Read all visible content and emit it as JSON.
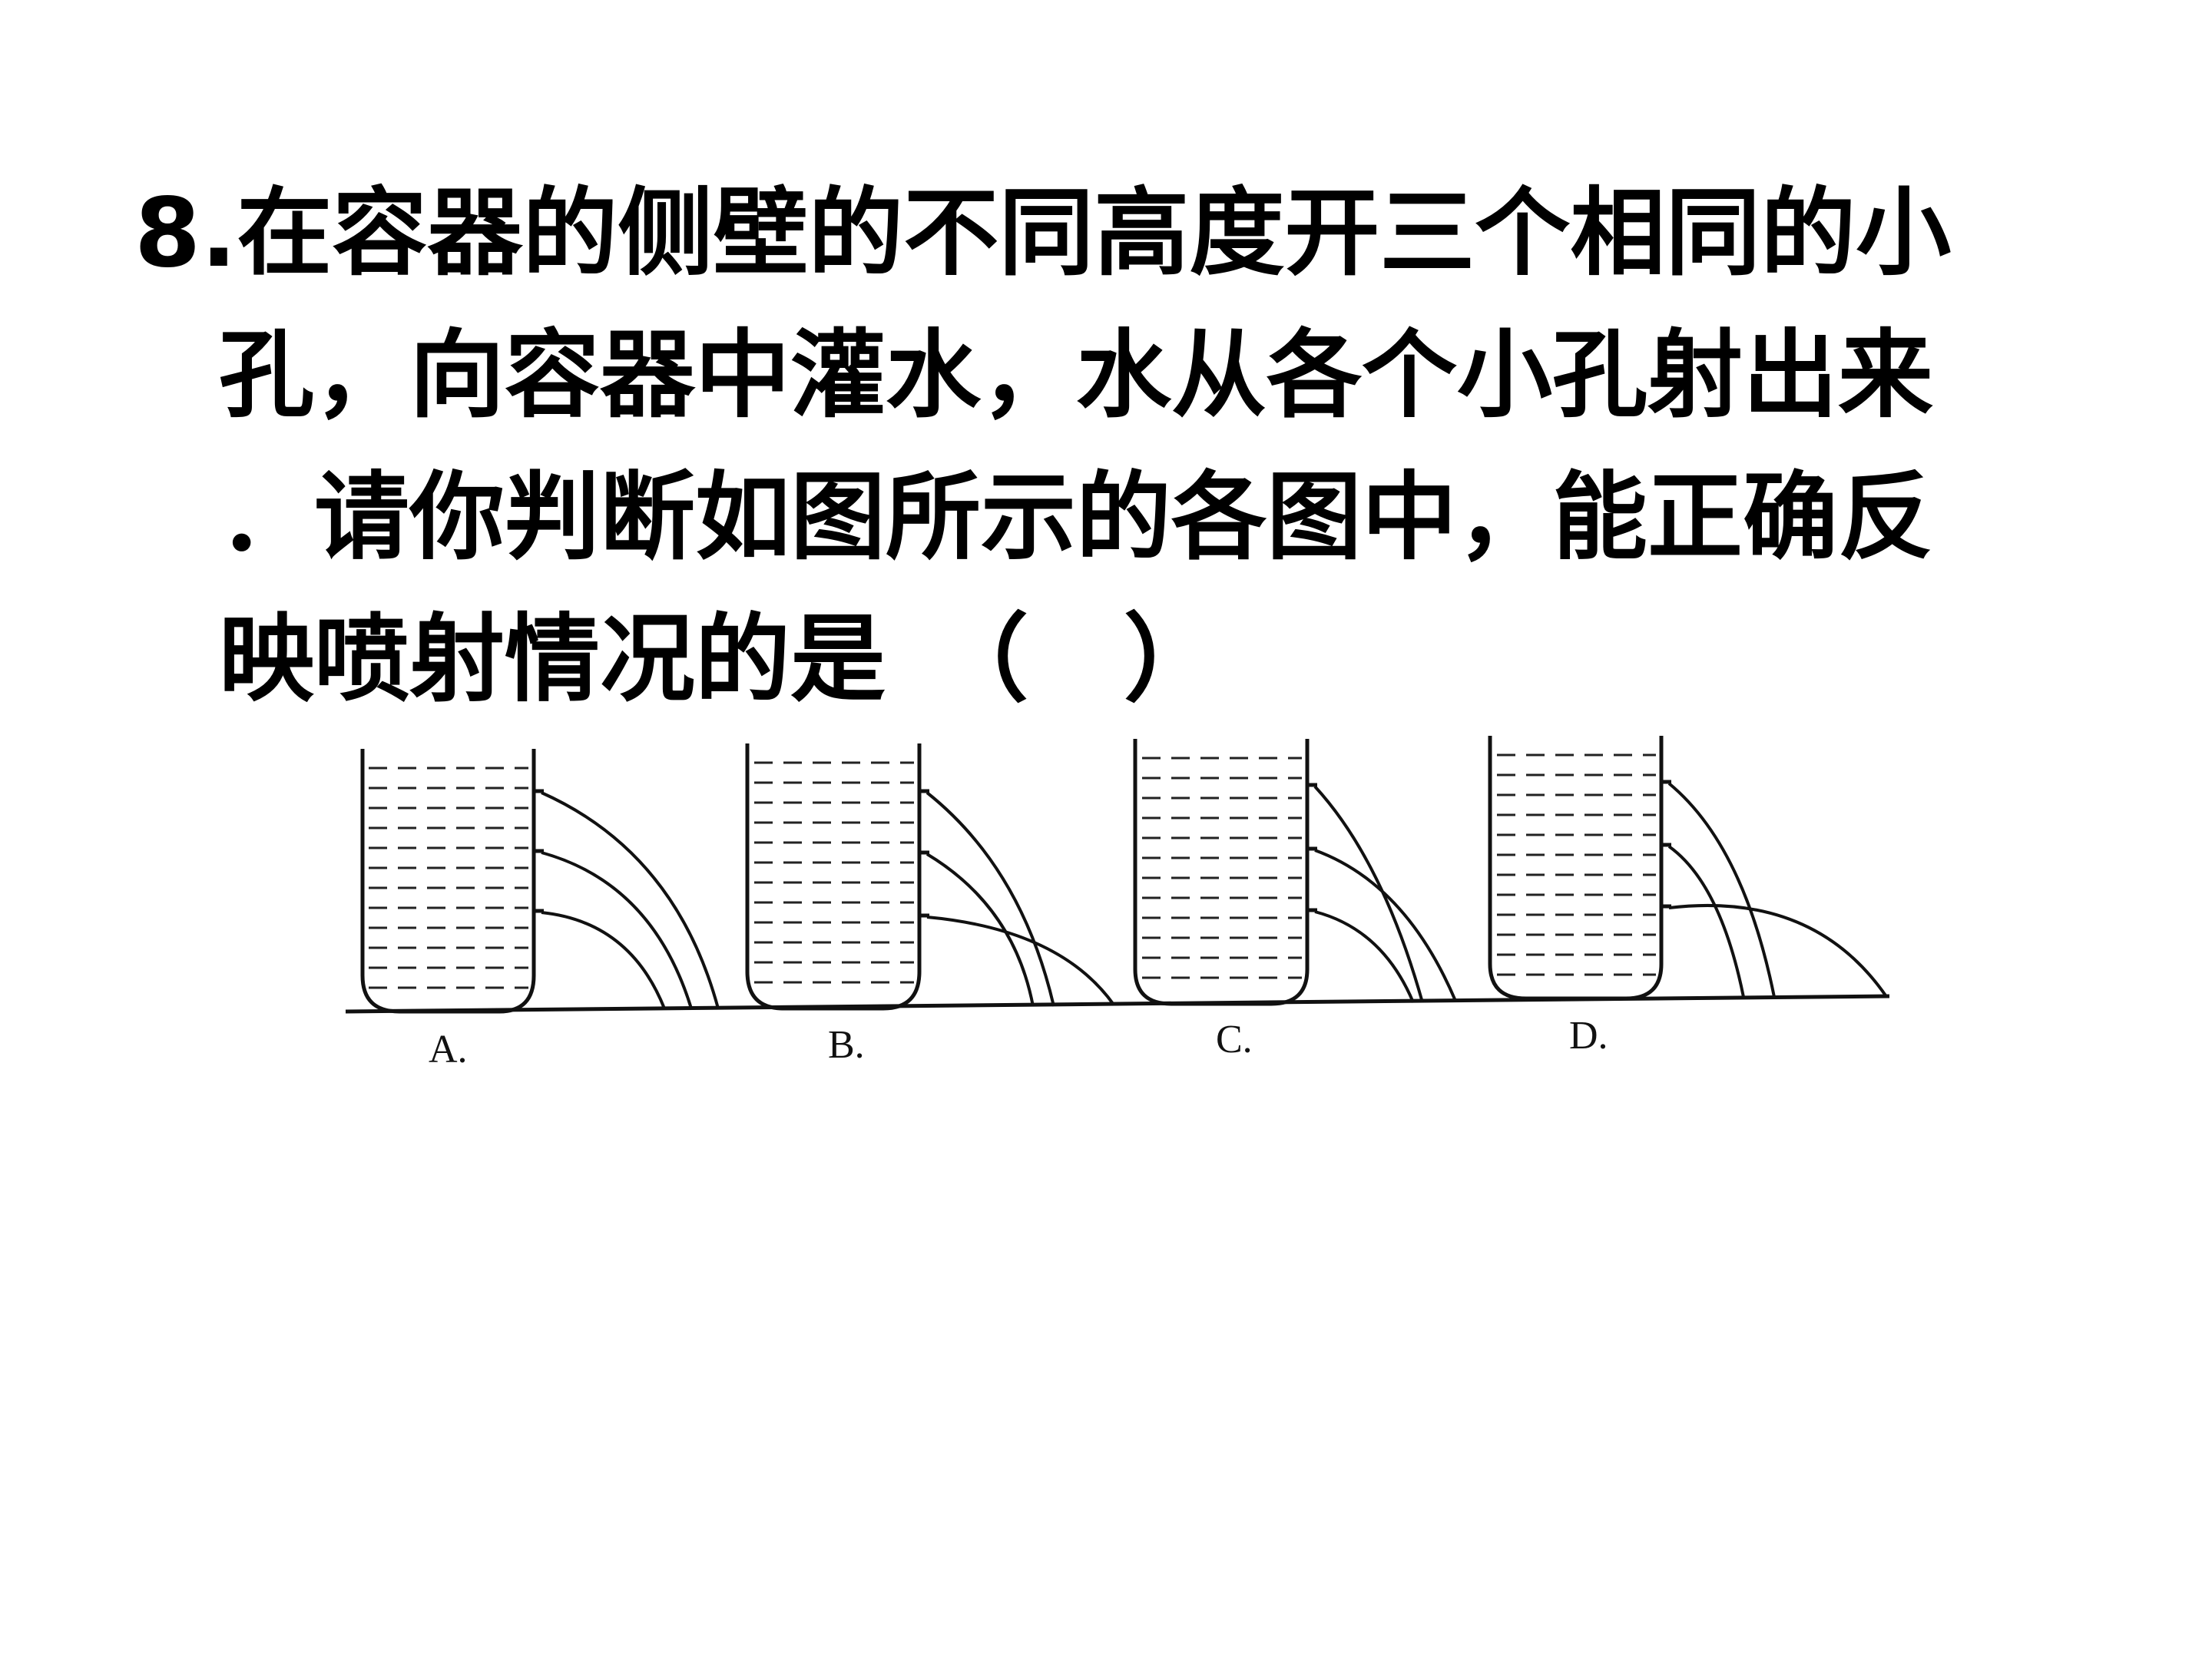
{
  "question": {
    "number": "8.",
    "lines": [
      "在容器的侧壁的不同高度开三个相同的小",
      "孔，向容器中灌水，水从各个小孔射出来",
      "．请你判断如图所示的各图中，能正确反",
      "映喷射情况的是　（　）"
    ]
  },
  "figure": {
    "options": [
      {
        "label": "A."
      },
      {
        "label": "B."
      },
      {
        "label": "C."
      },
      {
        "label": "D."
      }
    ]
  },
  "colors": {
    "text": "#000000",
    "lines": "#111111",
    "background": "#ffffff"
  }
}
